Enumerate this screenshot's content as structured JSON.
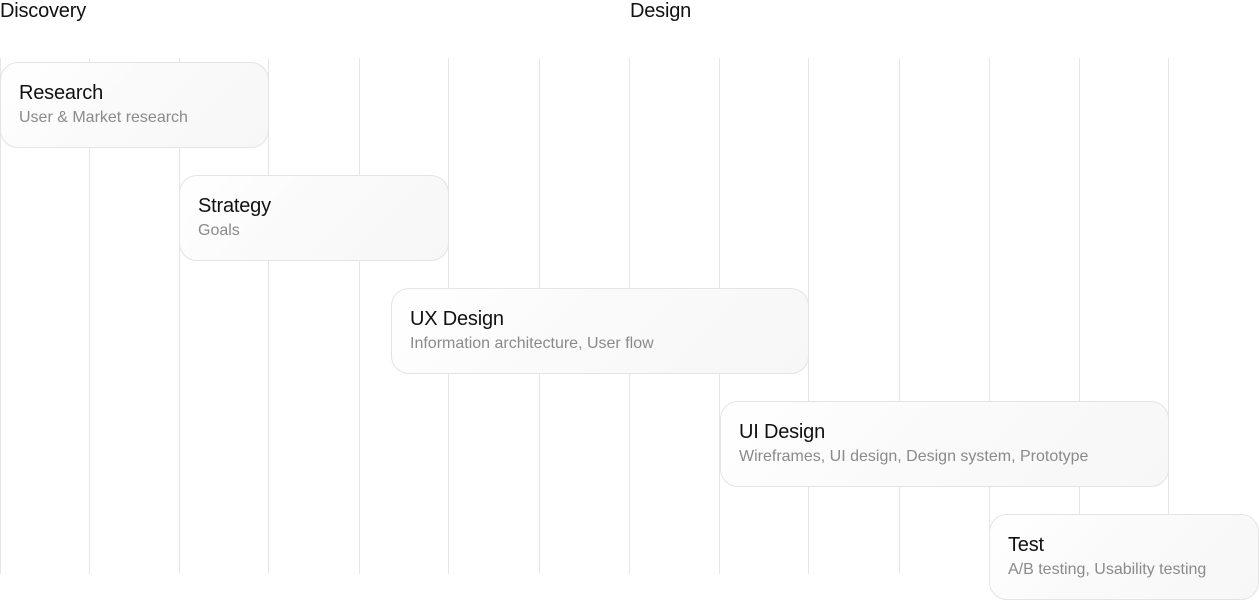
{
  "phases": {
    "discovery": "Discovery",
    "design": "Design"
  },
  "stages": [
    {
      "title": "Research",
      "subtitle": "User & Market research"
    },
    {
      "title": "Strategy",
      "subtitle": "Goals"
    },
    {
      "title": "UX Design",
      "subtitle": "Information architecture, User flow"
    },
    {
      "title": "UI Design",
      "subtitle": "Wireframes, UI design, Design system, Prototype"
    },
    {
      "title": "Test",
      "subtitle": "A/B testing, Usability testing"
    }
  ],
  "colors": {
    "text": "#111111",
    "subtext": "#8a8a8a",
    "grid": "#e6e6e6",
    "card_border": "#e4e4e4"
  }
}
